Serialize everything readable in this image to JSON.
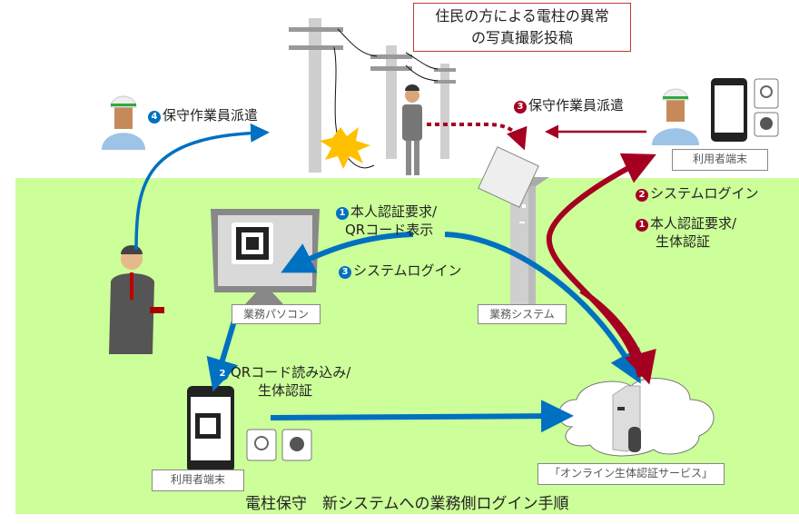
{
  "diagram": {
    "title": "電柱保守　新システムへの業務側ログイン手順",
    "callout": {
      "line1": "住民の方による電柱の異常",
      "line2": "の写真撮影投稿"
    },
    "colors": {
      "background_zone": "#ccff99",
      "blue_flow": "#0070c0",
      "red_flow": "#a50021",
      "callout_border": "#c0392b"
    },
    "nodes": {
      "pc": "業務パソコン",
      "system": "業務システム",
      "terminal_worker": "利用者端末",
      "terminal_field": "利用者端末",
      "auth_service": "「オンライン生体認証サービス」"
    },
    "blue_steps": [
      {
        "num": "1",
        "line1": "本人認証要求/",
        "line2": "QRコード表示"
      },
      {
        "num": "2",
        "line1": "QRコード読み込み/",
        "line2": "生体認証"
      },
      {
        "num": "3",
        "line1": "システムログイン"
      },
      {
        "num": "4",
        "line1": "保守作業員派遣"
      }
    ],
    "red_steps": [
      {
        "num": "1",
        "line1": "本人認証要求/",
        "line2": "生体認証"
      },
      {
        "num": "2",
        "line1": "システムログイン"
      },
      {
        "num": "3",
        "line1": "保守作業員派遣"
      }
    ]
  }
}
